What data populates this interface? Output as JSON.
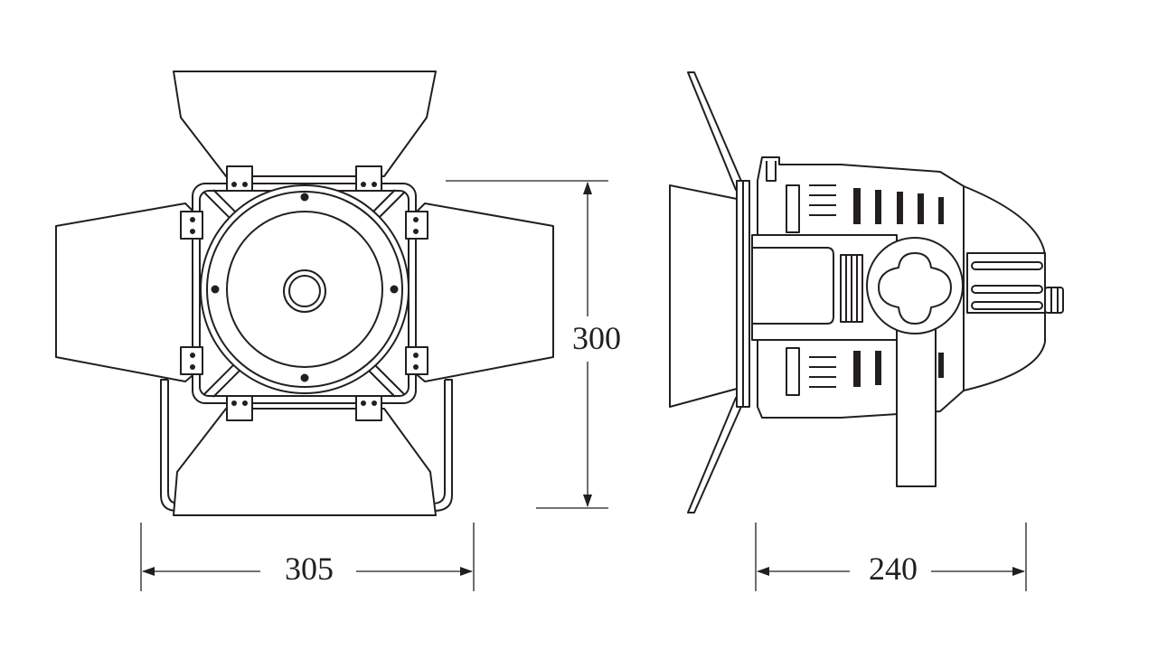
{
  "diagram": {
    "front_view": {
      "width_label": "305"
    },
    "height_label": "300",
    "side_view": {
      "depth_label": "240"
    }
  },
  "colors": {
    "line": "#231f20",
    "background": "#ffffff"
  }
}
